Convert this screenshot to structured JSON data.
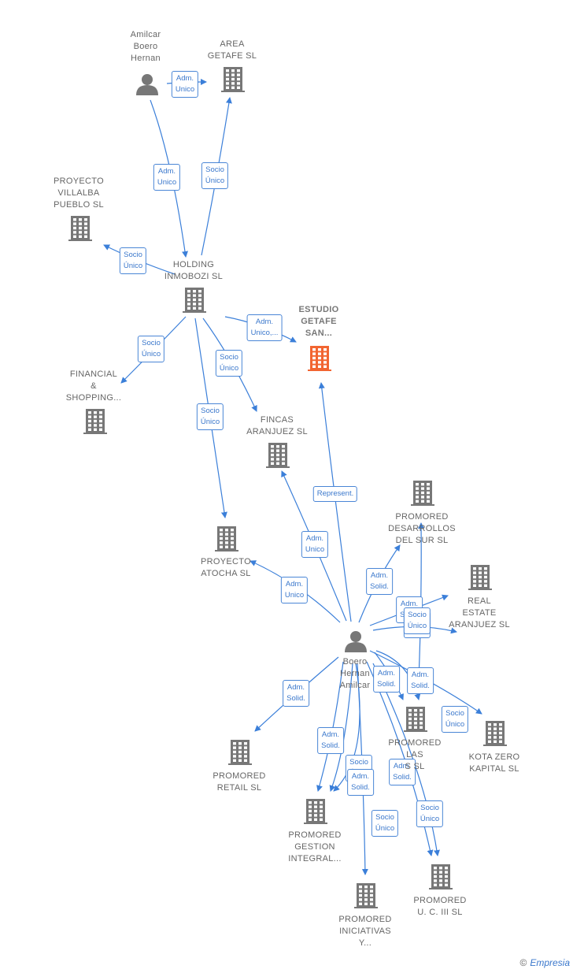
{
  "colors": {
    "edge": "#3b7fd9",
    "building": "#777777",
    "building_highlight": "#f26531",
    "person": "#777777"
  },
  "nodes": [
    {
      "id": "amilcar",
      "kind": "person",
      "lines": [
        "Amilcar",
        "Boero",
        "Hernan"
      ]
    },
    {
      "id": "area_getafe",
      "kind": "building",
      "lines": [
        "AREA",
        "GETAFE  SL"
      ]
    },
    {
      "id": "villalba",
      "kind": "building",
      "lines": [
        "PROYECTO",
        "VILLALBA",
        "PUEBLO  SL"
      ]
    },
    {
      "id": "holding",
      "kind": "building",
      "lines": [
        "HOLDING",
        "INMOBOZI  SL"
      ]
    },
    {
      "id": "estudio",
      "kind": "building",
      "highlight": true,
      "lines": [
        "ESTUDIO",
        "GETAFE",
        "SAN..."
      ]
    },
    {
      "id": "financial",
      "kind": "building",
      "lines": [
        "FINANCIAL",
        "&",
        "SHOPPING..."
      ]
    },
    {
      "id": "fincas",
      "kind": "building",
      "lines": [
        "FINCAS",
        "ARANJUEZ  SL"
      ]
    },
    {
      "id": "atocha",
      "kind": "building",
      "lines": [
        "PROYECTO",
        "ATOCHA  SL"
      ]
    },
    {
      "id": "desarrollos",
      "kind": "building",
      "lines": [
        "PROMORED",
        "DESARROLLOS",
        "DEL SUR  SL"
      ]
    },
    {
      "id": "real_estate",
      "kind": "building",
      "lines": [
        "REAL",
        "ESTATE",
        "ARANJUEZ  SL"
      ]
    },
    {
      "id": "boero",
      "kind": "person",
      "lines": [
        "Boero",
        "Hernan",
        "Amilcar"
      ]
    },
    {
      "id": "promored_las",
      "kind": "building",
      "lines": [
        "PROMORED",
        "LAS",
        "S  SL"
      ]
    },
    {
      "id": "kota",
      "kind": "building",
      "lines": [
        "KOTA ZERO",
        "KAPITAL  SL"
      ]
    },
    {
      "id": "retail",
      "kind": "building",
      "lines": [
        "PROMORED",
        "RETAIL  SL"
      ]
    },
    {
      "id": "gestion",
      "kind": "building",
      "lines": [
        "PROMORED",
        "GESTION",
        "INTEGRAL..."
      ]
    },
    {
      "id": "iniciativas",
      "kind": "building",
      "lines": [
        "PROMORED",
        "INICIATIVAS",
        "Y..."
      ]
    },
    {
      "id": "uc3",
      "kind": "building",
      "lines": [
        "PROMORED",
        "U. C. III  SL"
      ]
    }
  ],
  "edges": [
    {
      "from": "amilcar",
      "to": "area_getafe",
      "label": [
        "Adm.",
        "Unico"
      ]
    },
    {
      "from": "amilcar",
      "to": "holding",
      "label": [
        "Adm.",
        "Unico"
      ]
    },
    {
      "from": "holding",
      "to": "area_getafe",
      "label": [
        "Socio",
        "Único"
      ]
    },
    {
      "from": "holding",
      "to": "villalba",
      "label": [
        "Socio",
        "Único"
      ]
    },
    {
      "from": "holding",
      "to": "estudio",
      "label": [
        "Adm.",
        "Unico,..."
      ]
    },
    {
      "from": "holding",
      "to": "financial",
      "label": [
        "Socio",
        "Único"
      ]
    },
    {
      "from": "holding",
      "to": "fincas",
      "label": [
        "Socio",
        "Único"
      ]
    },
    {
      "from": "holding",
      "to": "atocha",
      "label": [
        "Socio",
        "Único"
      ]
    },
    {
      "from": "boero",
      "to": "estudio",
      "label": [
        "Represent."
      ]
    },
    {
      "from": "boero",
      "to": "fincas",
      "label": [
        "Adm.",
        "Unico"
      ]
    },
    {
      "from": "boero",
      "to": "atocha",
      "label": [
        "Adm.",
        "Unico"
      ]
    },
    {
      "from": "boero",
      "to": "desarrollos",
      "label": [
        "Adm.",
        "Solid."
      ]
    },
    {
      "from": "boero",
      "to": "real_estate",
      "label": [
        "Adm.",
        "Solid."
      ]
    },
    {
      "from": "boero",
      "to": "real_estate",
      "label": [
        "Socio",
        "Único"
      ]
    },
    {
      "from": "boero",
      "to": "promored_las",
      "label": [
        "Adm.",
        "Solid."
      ]
    },
    {
      "from": "boero",
      "to": "promored_las",
      "label": [
        "Adm.",
        "Solid."
      ]
    },
    {
      "from": "boero",
      "to": "kota",
      "label": [
        "Socio",
        "Único"
      ]
    },
    {
      "from": "boero",
      "to": "retail",
      "label": [
        "Adm.",
        "Solid."
      ]
    },
    {
      "from": "boero",
      "to": "gestion",
      "label": [
        "Adm.",
        "Solid."
      ]
    },
    {
      "from": "boero",
      "to": "gestion",
      "label": [
        "Socio",
        "Único"
      ]
    },
    {
      "from": "boero",
      "to": "gestion",
      "label": [
        "Adm.",
        "Solid."
      ]
    },
    {
      "from": "boero",
      "to": "iniciativas",
      "label": [
        "Socio",
        "Único"
      ]
    },
    {
      "from": "boero",
      "to": "uc3",
      "label": [
        "Adm.",
        "Solid."
      ]
    },
    {
      "from": "boero",
      "to": "uc3",
      "label": [
        "Socio",
        "Único"
      ]
    },
    {
      "from": "boero",
      "to": "desarrollos",
      "label": [
        "Socio",
        "Único"
      ]
    }
  ],
  "footer": {
    "copyright": "©",
    "brand": "Empresia"
  }
}
